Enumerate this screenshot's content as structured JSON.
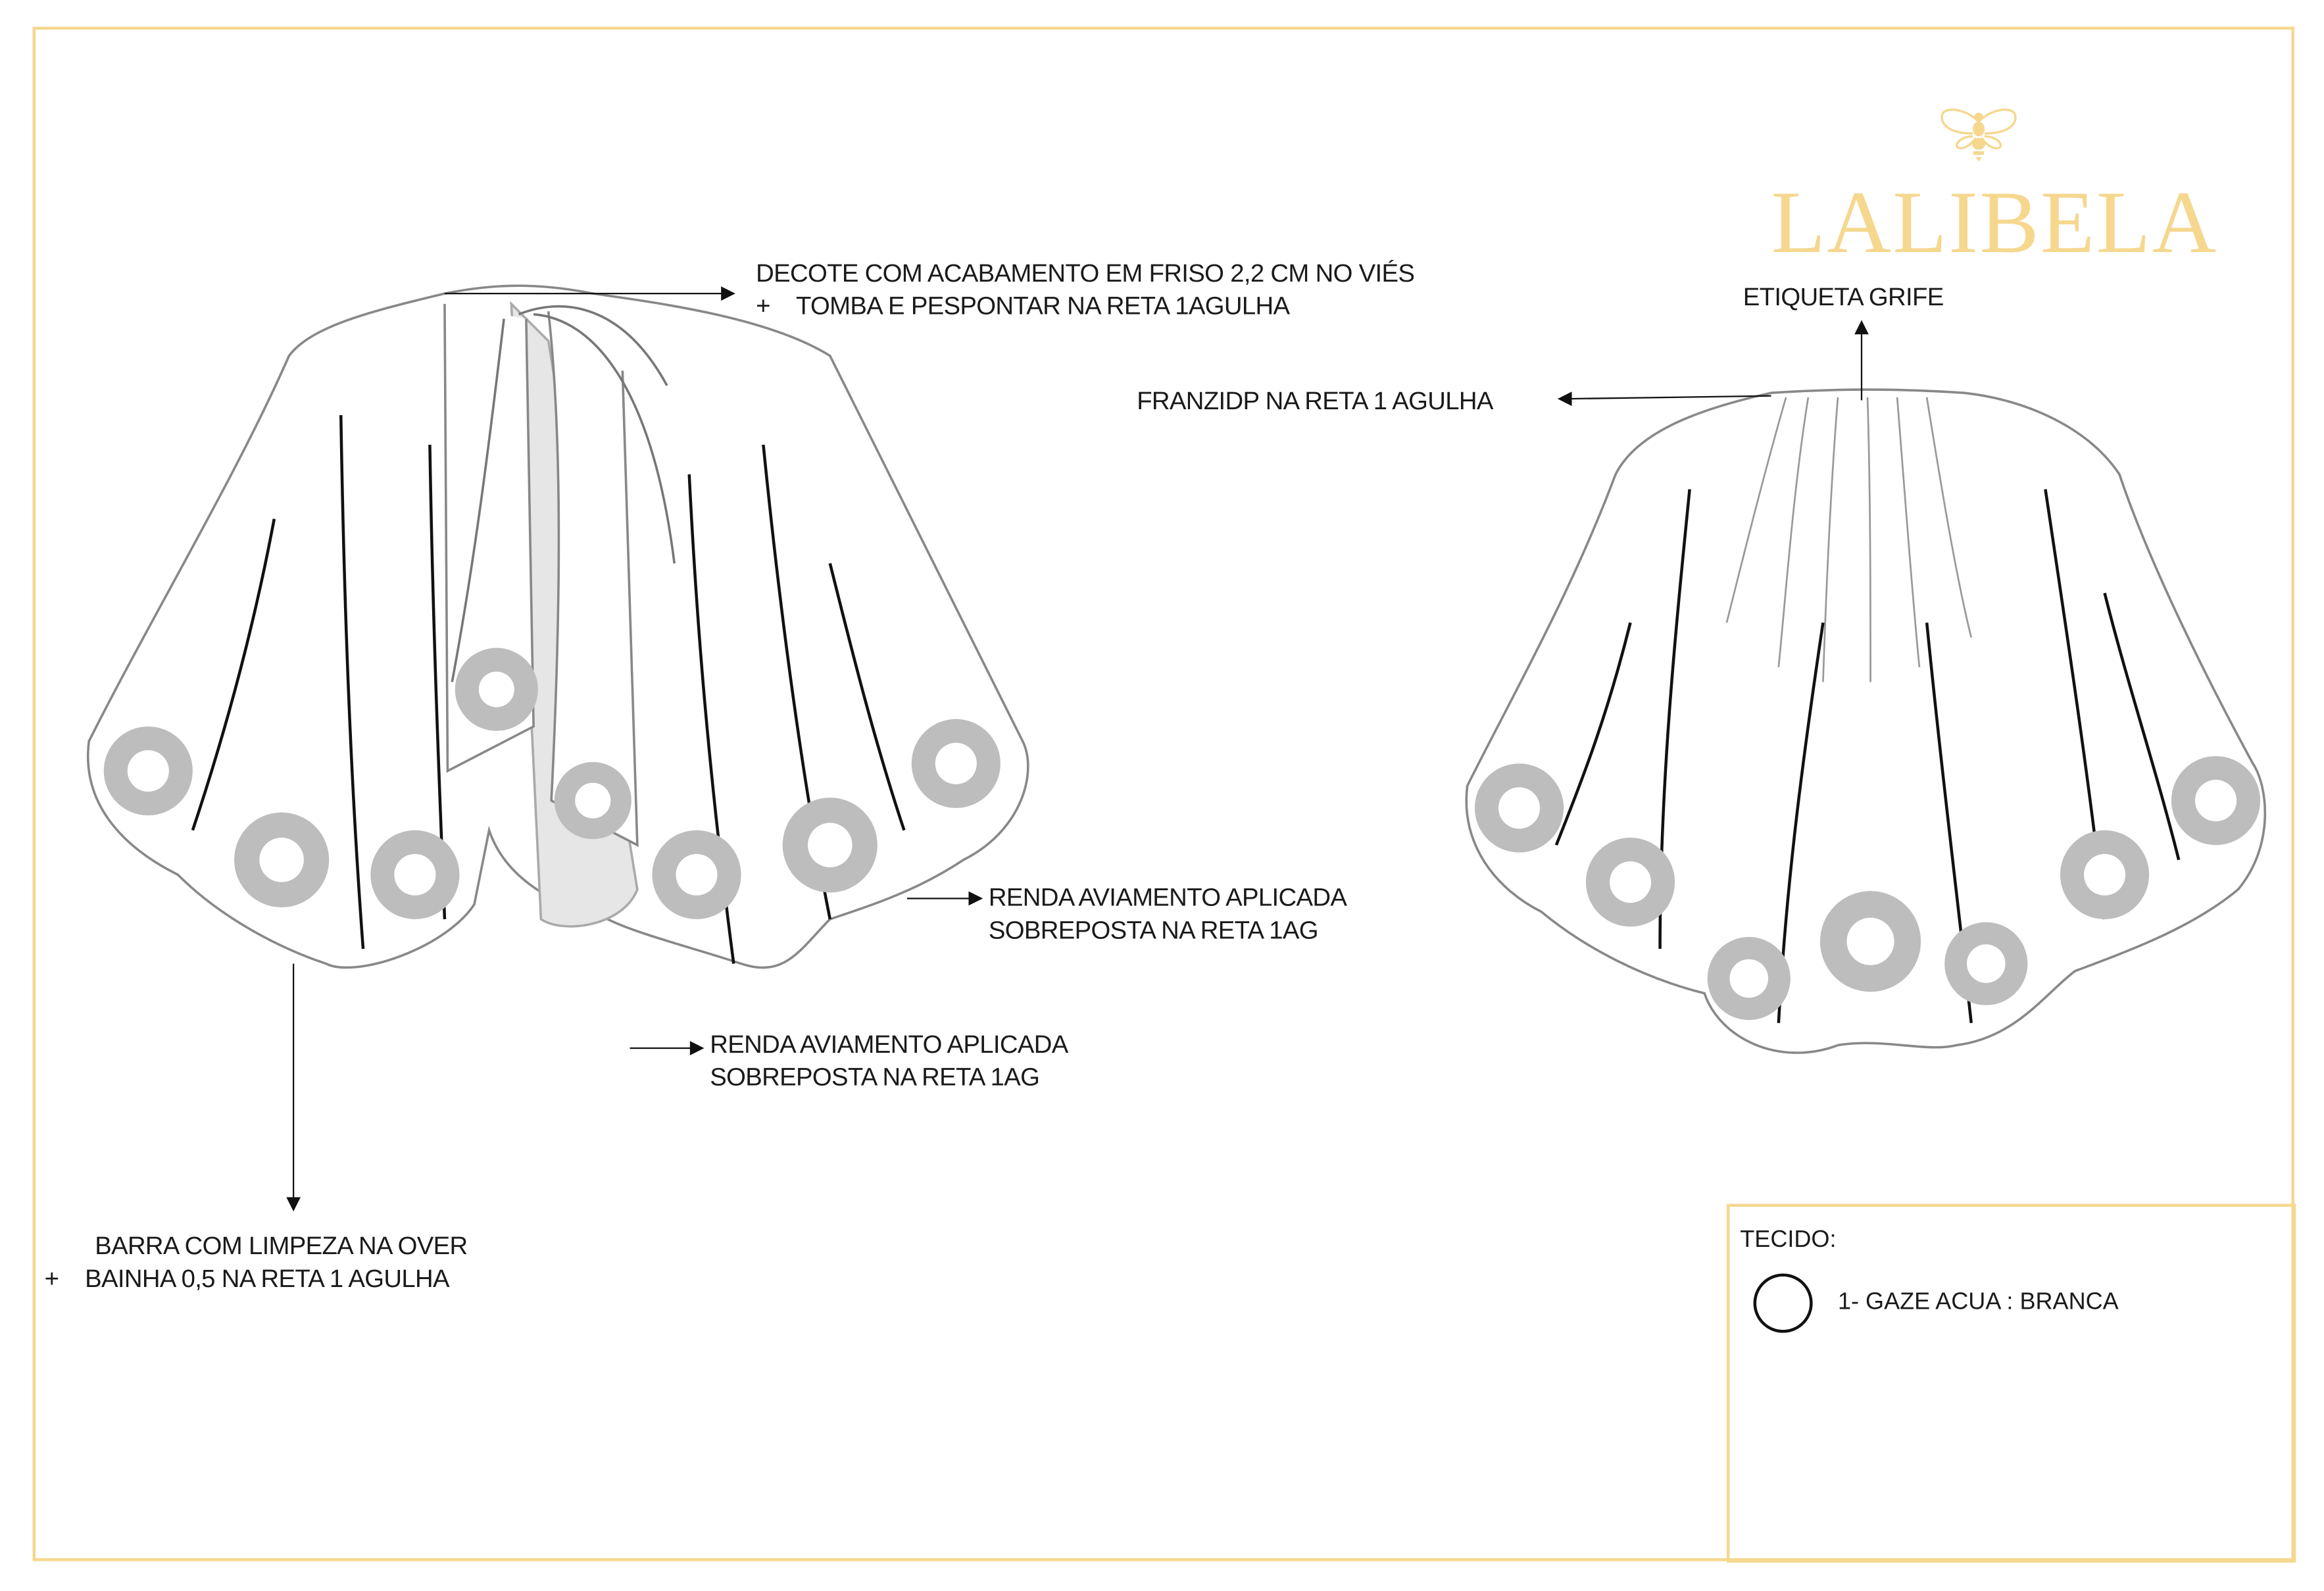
{
  "brand": {
    "name": "LALIBELA",
    "emblem": "bee-icon",
    "color": "#f5d78e"
  },
  "annotations": {
    "neckline": {
      "line1": "DECOTE COM ACABAMENTO EM FRISO 2,2 CM NO VIÉS",
      "line2": "+    TOMBA E PESPONTAR NA RETA 1AGULHA"
    },
    "label": "ETIQUETA GRIFE",
    "gathering": "FRANZIDP NA RETA 1 AGULHA",
    "lace_front": {
      "line1": "RENDA AVIAMENTO APLICADA",
      "line2": "SOBREPOSTA NA RETA 1AG"
    },
    "lace_lower": {
      "line1": "RENDA AVIAMENTO APLICADA",
      "line2": "SOBREPOSTA NA RETA 1AG"
    },
    "hem": {
      "line1": "BARRA COM LIMPEZA NA OVER",
      "line2": "+    BAINHA 0,5 NA RETA 1 AGULHA"
    }
  },
  "fabric": {
    "title": "TECIDO:",
    "items": [
      {
        "label": "1- GAZE ACUA : BRANCA",
        "swatch_color": "#ffffff"
      }
    ]
  }
}
